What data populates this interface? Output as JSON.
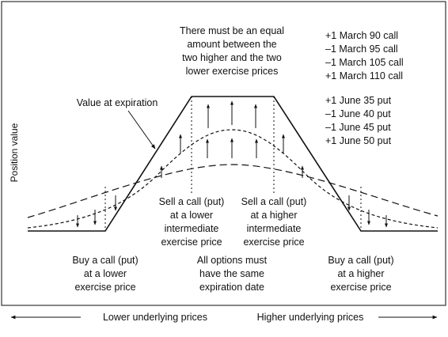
{
  "diagram": {
    "y_axis_label": "Position value",
    "notes": {
      "equal_amount": [
        "There must be an equal",
        "amount between the",
        "two higher and the two",
        "lower exercise prices"
      ],
      "value_at_expiration": "Value at expiration",
      "sell_lower": [
        "Sell a call (put)",
        "at a lower",
        "intermediate",
        "exercise price"
      ],
      "sell_higher": [
        "Sell a call (put)",
        "at a higher",
        "intermediate",
        "exercise price"
      ],
      "buy_lower": [
        "Buy a call (put)",
        "at a lower",
        "exercise price"
      ],
      "same_expiration": [
        "All options must",
        "have the same",
        "expiration date"
      ],
      "buy_higher": [
        "Buy a call (put)",
        "at a higher",
        "exercise price"
      ]
    },
    "legend_calls": [
      "+1 March 90 call",
      "–1 March 95 call",
      "–1 March 105 call",
      "+1 March 110 call"
    ],
    "legend_puts": [
      "+1 June 35 put",
      "–1 June 40 put",
      "–1 June 45 put",
      "+1 June 50 put"
    ],
    "x_axis": {
      "left_label": "Lower underlying prices",
      "right_label": "Higher underlying prices"
    },
    "icons": [
      "arrow-up-icon",
      "arrow-down-icon",
      "arrowhead-left-icon",
      "arrowhead-right-icon"
    ]
  }
}
